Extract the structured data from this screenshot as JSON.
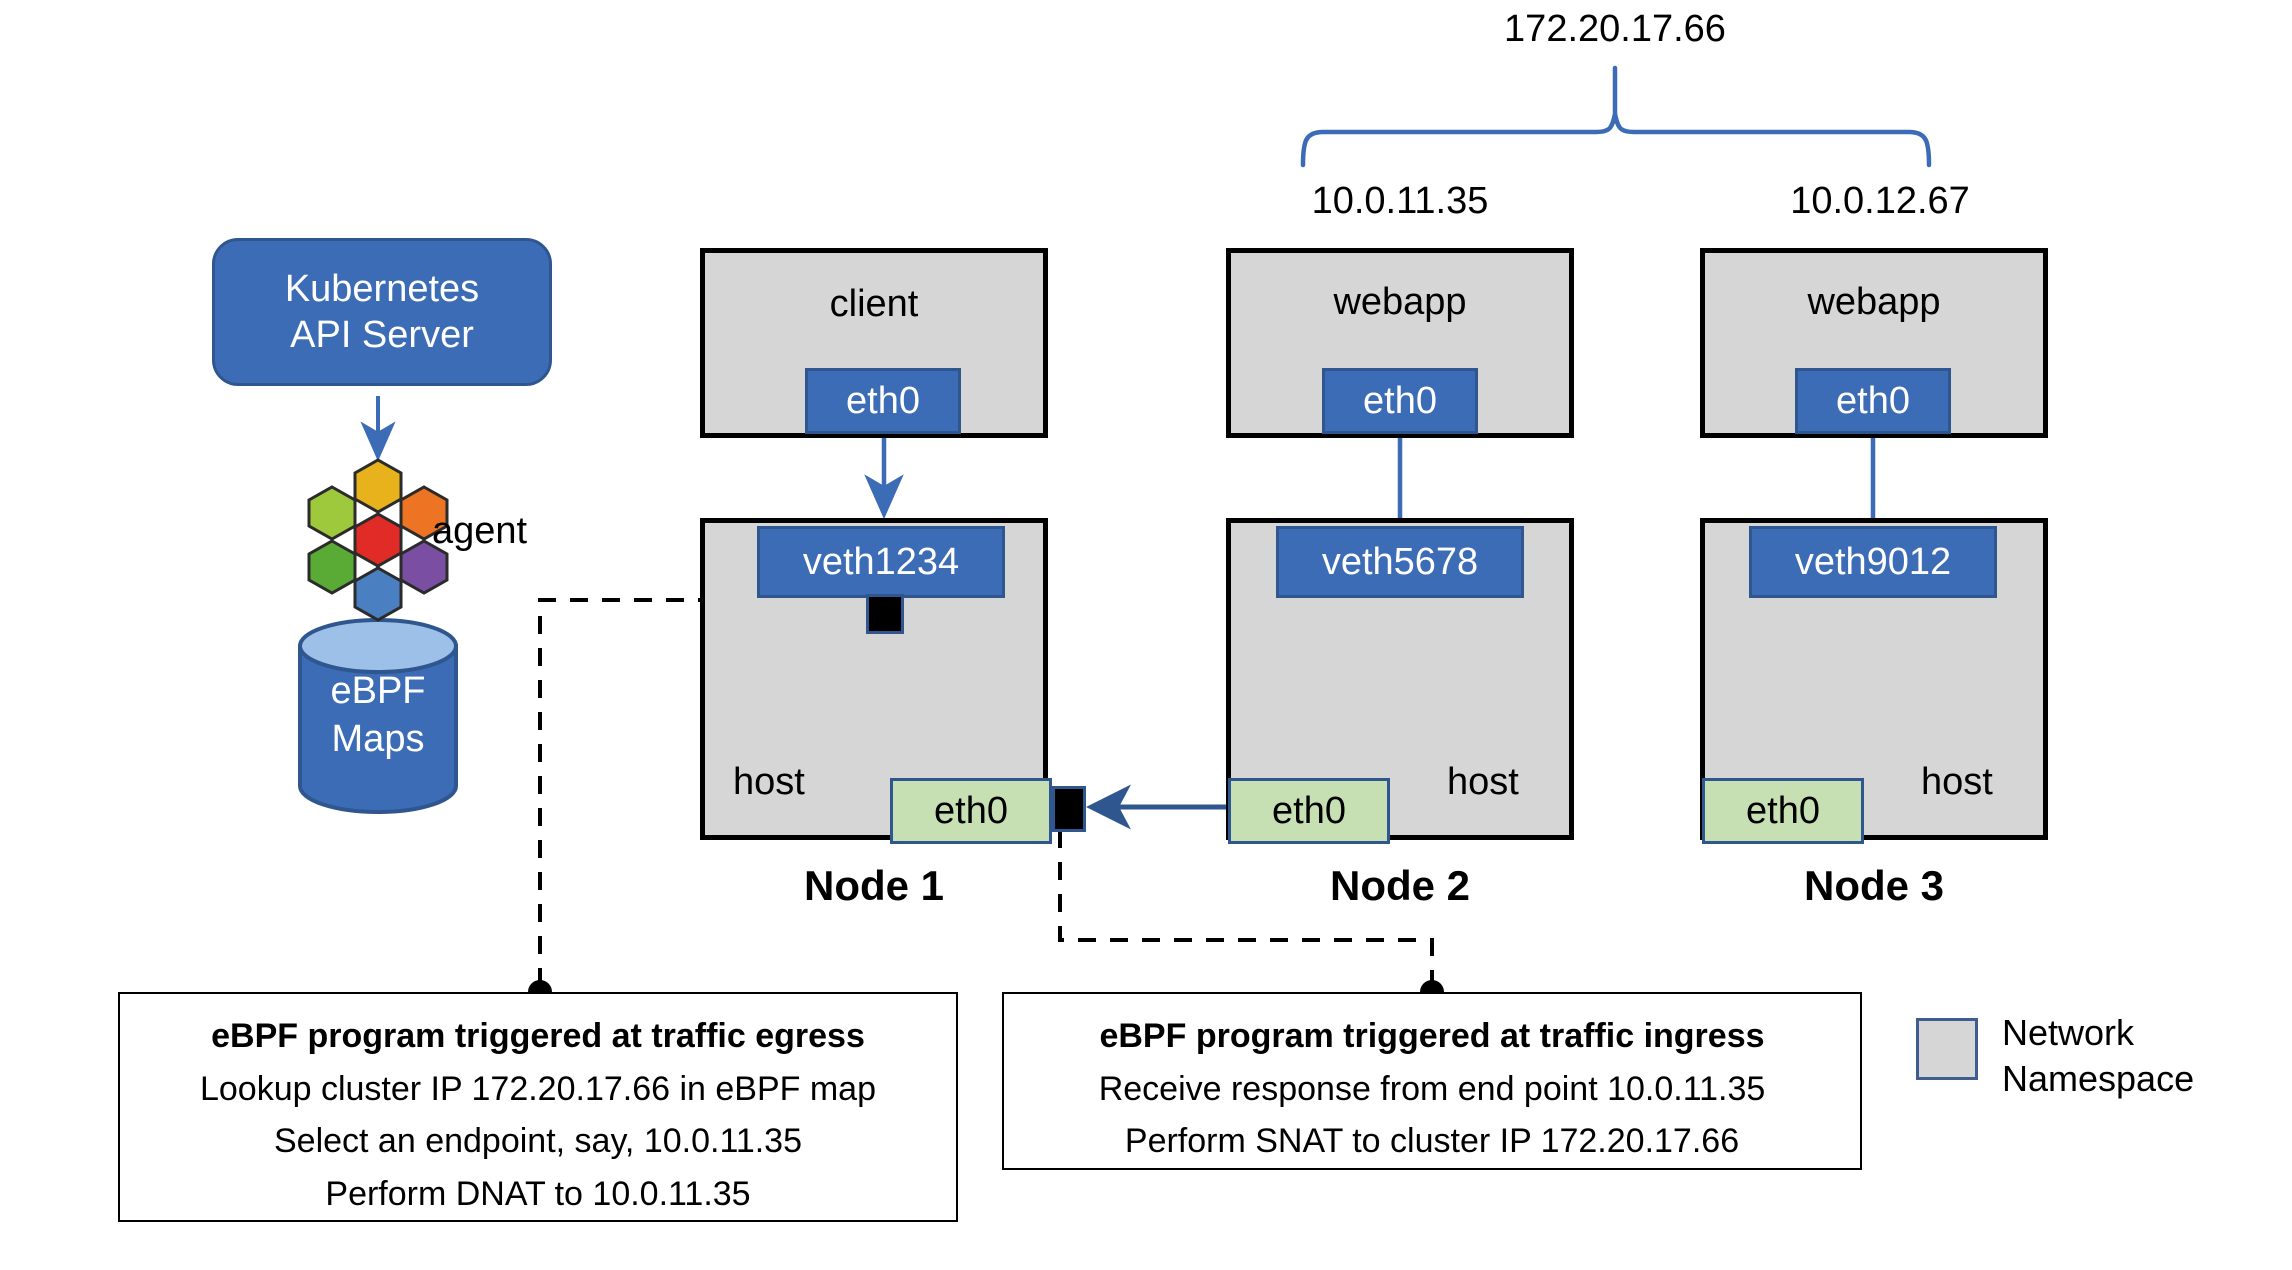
{
  "diagram": {
    "title_ip": "172.20.17.66",
    "cluster_ip": "172.20.17.66",
    "endpoint_ips": [
      "10.0.11.35",
      "10.0.12.67"
    ],
    "colors": {
      "namespace_fill": "#d6d6d6",
      "iface_blue": "#3b6cb5",
      "iface_green": "#c6e0b4",
      "connector_blue": "#2f568f",
      "hook_black": "#000000"
    }
  },
  "control_plane": {
    "api_server_line1": "Kubernetes",
    "api_server_line2": "API Server",
    "agent_label": "agent",
    "ebpf_maps_line1": "eBPF",
    "ebpf_maps_line2": "Maps",
    "hex_colors": [
      "#e8b21c",
      "#9ec93c",
      "#ec7422",
      "#e02b27",
      "#5aab35",
      "#7a4fa3",
      "#4a7fc1"
    ]
  },
  "nodes": [
    {
      "caption": "Node 1",
      "pod_name": "client",
      "pod_iface": "eth0",
      "veth": "veth1234",
      "host_label": "host",
      "host_iface": "eth0"
    },
    {
      "caption": "Node 2",
      "pod_name": "webapp",
      "pod_iface": "eth0",
      "veth": "veth5678",
      "host_label": "host",
      "host_iface": "eth0"
    },
    {
      "caption": "Node 3",
      "pod_name": "webapp",
      "pod_iface": "eth0",
      "veth": "veth9012",
      "host_label": "host",
      "host_iface": "eth0"
    }
  ],
  "callouts": {
    "egress": {
      "heading": "eBPF program triggered at traffic egress",
      "line1": "Lookup cluster IP 172.20.17.66 in eBPF map",
      "line2": "Select an endpoint, say, 10.0.11.35",
      "line3": "Perform DNAT to 10.0.11.35"
    },
    "ingress": {
      "heading": "eBPF program triggered at traffic ingress",
      "line1": "Receive response from end point 10.0.11.35",
      "line2": "Perform SNAT to cluster IP 172.20.17.66"
    }
  },
  "legend": {
    "line1": "Network",
    "line2": "Namespace"
  }
}
